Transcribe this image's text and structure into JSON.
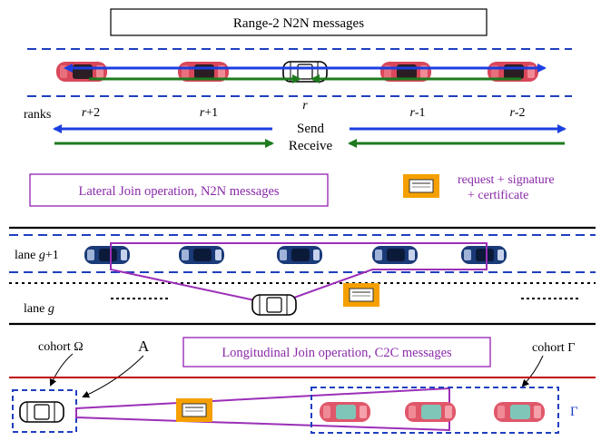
{
  "title_box": {
    "text": "Range-2 N2N messages"
  },
  "ranks": {
    "label": "ranks",
    "items": [
      {
        "base": "r",
        "suffix": "+2"
      },
      {
        "base": "r",
        "suffix": "+1"
      },
      {
        "base": "r",
        "suffix": ""
      },
      {
        "base": "r",
        "suffix": "-1"
      },
      {
        "base": "r",
        "suffix": "-2"
      }
    ]
  },
  "arrows": {
    "send": "Send",
    "receive": "Receive"
  },
  "lateral_box": {
    "text": "Lateral Join operation, N2N messages"
  },
  "legend": {
    "line1": "request + signature",
    "line2": "+ certificate"
  },
  "lanes": {
    "upper": {
      "prefix": "lane ",
      "var": "g",
      "suffix": "+1"
    },
    "lower": {
      "prefix": "lane ",
      "var": "g",
      "suffix": ""
    }
  },
  "longitudinal_box": {
    "text": "Longitudinal Join operation, C2C messages"
  },
  "cohorts": {
    "left": {
      "prefix": "cohort ",
      "symbol": "Ω"
    },
    "right": {
      "prefix": "cohort ",
      "symbol": "Γ"
    },
    "gamma_label": "Γ",
    "a_label": "A"
  },
  "colors": {
    "blue_dash": "#1f3fbf",
    "blue_arrow": "#1c3fe0",
    "green_arrow": "#1e7a1e",
    "purple": "#9b2fb8",
    "orange": "#f5a000",
    "red_line": "#c00000",
    "red_car": "#d9475a",
    "navy_car": "#1a3a78",
    "text_purple": "#8a2aa8"
  }
}
